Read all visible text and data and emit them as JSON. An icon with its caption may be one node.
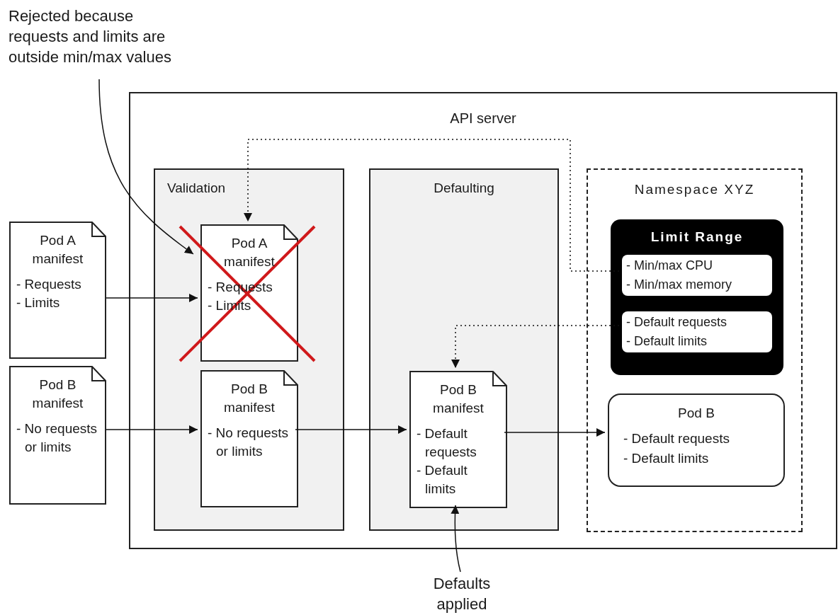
{
  "diagram": {
    "nodes": [
      {
        "text": [
          "API server"
        ]
      },
      {
        "text": [
          "Validation"
        ],
        "in": 0
      },
      {
        "text": [
          "Defaulting"
        ],
        "in": 0
      },
      {
        "text": [
          "Namespace XYZ"
        ],
        "in": 0
      },
      {
        "text": [
          "Limit Range"
        ],
        "in": 3
      },
      {
        "text": [
          "- Min/max CPU",
          "- Min/max memory"
        ],
        "in": 4
      },
      {
        "text": [
          "- Default requests",
          "- Default limits"
        ],
        "in": 4
      },
      {
        "text": [
          "Pod B",
          "- Default requests",
          "- Default limits"
        ],
        "in": 3
      },
      {
        "text": [
          "Pod A manifest",
          "- Requests",
          "- Limits"
        ]
      },
      {
        "text": [
          "Pod A manifest",
          "- Requests",
          "- Limits"
        ],
        "in": 1
      },
      {
        "text": [
          "Pod B manifest",
          "- No requests or limits"
        ]
      },
      {
        "text": [
          "Pod B manifest",
          "- No requests or limits"
        ],
        "in": 1
      },
      {
        "text": [
          "Pod B manifest",
          "- Default requests",
          "- Default limits"
        ],
        "in": 2
      },
      {
        "text": [
          "Rejected because requests and limits are outside min/max values"
        ]
      },
      {
        "text": [
          "Defaults applied"
        ]
      }
    ],
    "edges": [
      {
        "from": 8,
        "to": 9,
        "arrow": "to"
      },
      {
        "from": 10,
        "to": 11,
        "arrow": "to"
      },
      {
        "from": 11,
        "to": 12,
        "arrow": "to"
      },
      {
        "from": 12,
        "to": 7,
        "arrow": "to"
      },
      {
        "from": 5,
        "to": 9,
        "arrow": "to",
        "style": "dashed"
      },
      {
        "from": 6,
        "to": 12,
        "arrow": "to",
        "style": "dashed"
      },
      {
        "from": 13,
        "to": 9,
        "arrow": "to"
      },
      {
        "from": 14,
        "to": 12,
        "arrow": "to"
      }
    ]
  }
}
